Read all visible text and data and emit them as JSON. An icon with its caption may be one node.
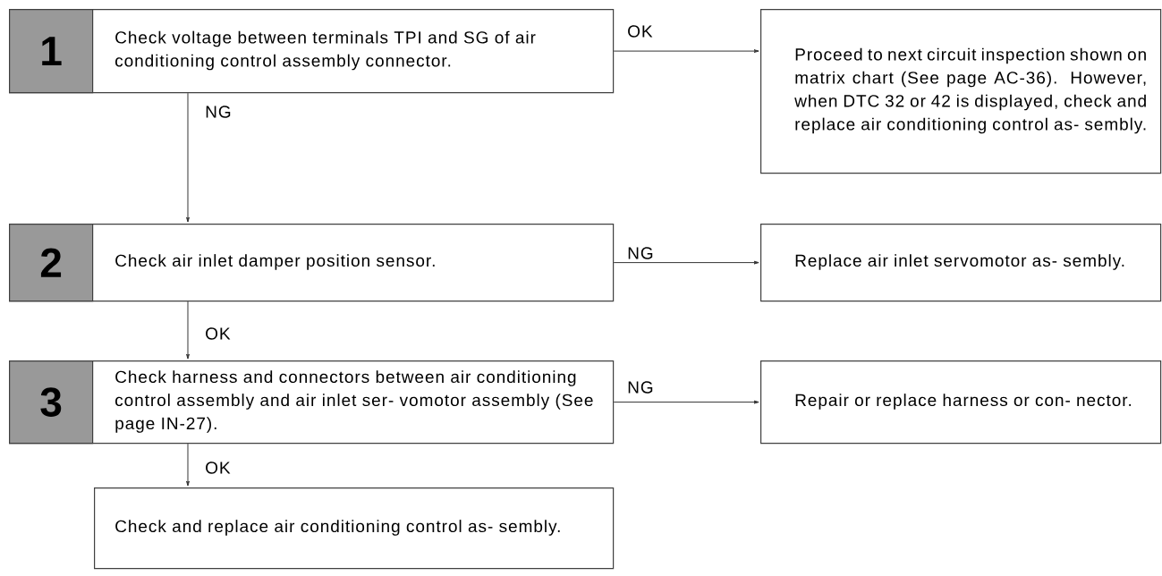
{
  "diagram": {
    "nodes": [
      {
        "text": [
          "1",
          "Check voltage between terminals TPI and SG of air conditioning control assembly connector."
        ]
      },
      {
        "text": [
          "Proceed to next circuit inspection shown on matrix chart (See page AC-36). However, when DTC 32 or 42 is displayed, check and replace air conditioning control as- sembly."
        ]
      },
      {
        "text": [
          "2",
          "Check air inlet damper position sensor."
        ]
      },
      {
        "text": [
          "Replace air inlet servomotor as- sembly."
        ]
      },
      {
        "text": [
          "3",
          "Check harness and connectors between air conditioning control assembly and air inlet ser- vomotor assembly (See page IN-27)."
        ]
      },
      {
        "text": [
          "Repair or replace harness or con- nector."
        ]
      },
      {
        "text": [
          "Check and replace air conditioning control as- sembly."
        ]
      }
    ],
    "edges": [
      {
        "from": 0,
        "to": 1,
        "arrow": "to",
        "label": "OK"
      },
      {
        "from": 0,
        "to": 2,
        "arrow": "to",
        "label": "NG"
      },
      {
        "from": 2,
        "to": 3,
        "arrow": "to",
        "label": "NG"
      },
      {
        "from": 2,
        "to": 4,
        "arrow": "to",
        "label": "OK"
      },
      {
        "from": 4,
        "to": 5,
        "arrow": "to",
        "label": "NG"
      },
      {
        "from": 4,
        "to": 6,
        "arrow": "to",
        "label": "OK"
      }
    ]
  }
}
